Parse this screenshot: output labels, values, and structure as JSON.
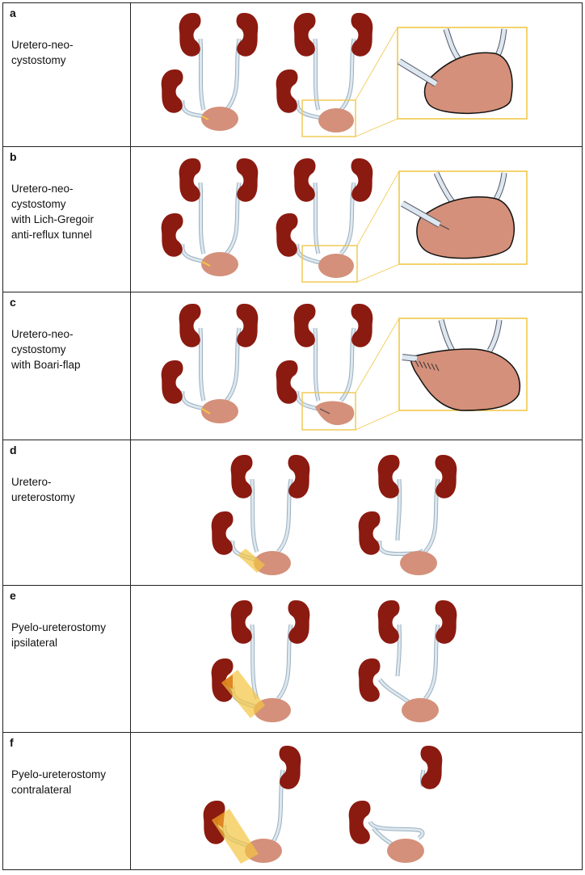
{
  "rows": [
    {
      "letter": "a",
      "caption": "Uretero-neo-\ncystostomy"
    },
    {
      "letter": "b",
      "caption": "Uretero-neo-\ncystostomy\nwith Lich-Gregoir\nanti-reflux tunnel"
    },
    {
      "letter": "c",
      "caption": "Uretero-neo-\ncystostomy\nwith Boari-flap"
    },
    {
      "letter": "d",
      "caption": "Uretero-\nureterostomy"
    },
    {
      "letter": "e",
      "caption": "Pyelo-ureterostomy\nipsilateral"
    },
    {
      "letter": "f",
      "caption": "Pyelo-ureterostomy\ncontralateral"
    }
  ],
  "colors": {
    "kidney": "#8b1a10",
    "bladder": "#d4907a",
    "ureter": "#dce7ef",
    "highlight": "#f3c542",
    "zoom_box": "#f0c84a",
    "border": "#222222"
  }
}
